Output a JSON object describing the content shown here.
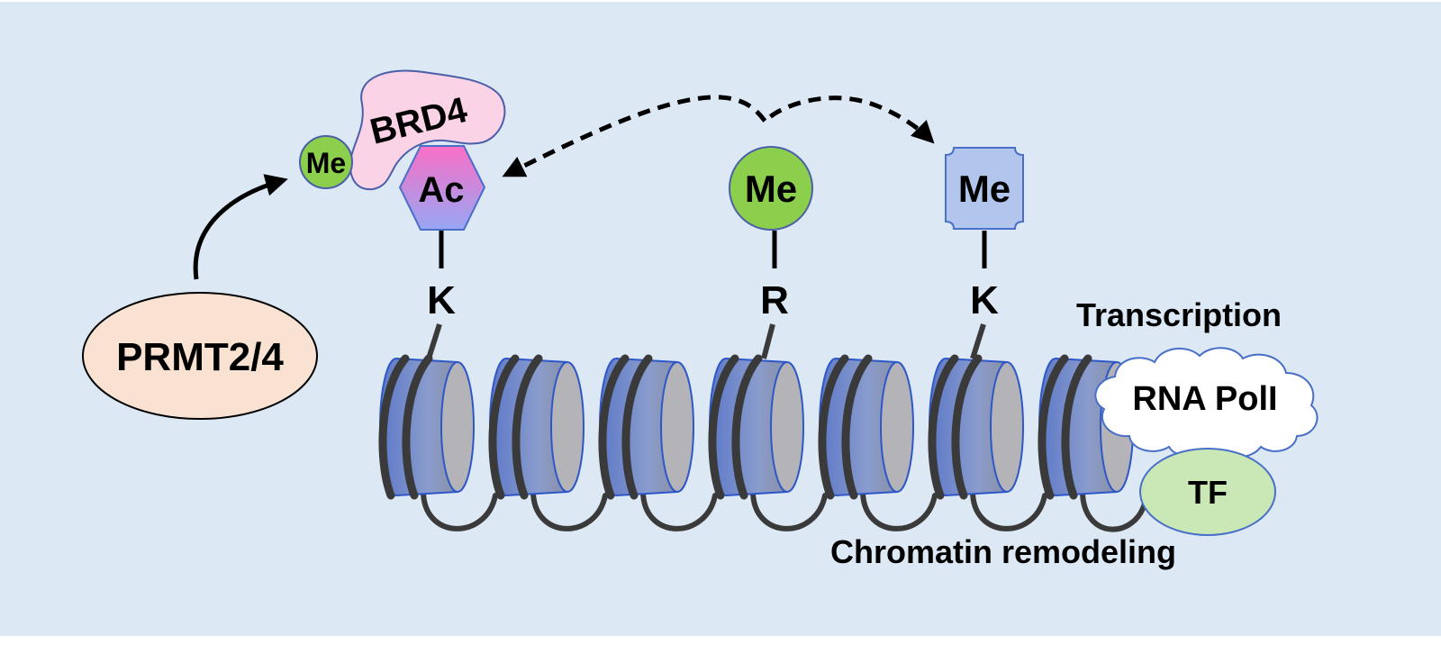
{
  "labels": {
    "prmt": "PRMT2/4",
    "brd4": "BRD4",
    "me_small": "Me",
    "ac": "Ac",
    "me_center": "Me",
    "me_square": "Me",
    "residue_k1": "K",
    "residue_r": "R",
    "residue_k2": "K",
    "transcription": "Transcription",
    "rna_pol": "RNA PolI",
    "tf": "TF",
    "chromatin": "Chromatin remodeling"
  },
  "colors": {
    "background": "#dde8f5",
    "prmt_fill": "#fae2d2",
    "brd4_fill": "#fbd3e6",
    "me_green": "#8ccf4d",
    "ac_top": "#f96fc6",
    "ac_bottom": "#98a6f4",
    "me_square_fill": "#b2c5ec",
    "nucleosome_blue": "#6f88cc",
    "nucleosome_edge": "#2e57c8",
    "dna": "#3a3a3a",
    "tf_fill": "#c9e8b6"
  },
  "icons": {
    "arrow": "curved-arrow-icon",
    "dashed_arrow": "double-headed-dashed-arrow-icon"
  }
}
